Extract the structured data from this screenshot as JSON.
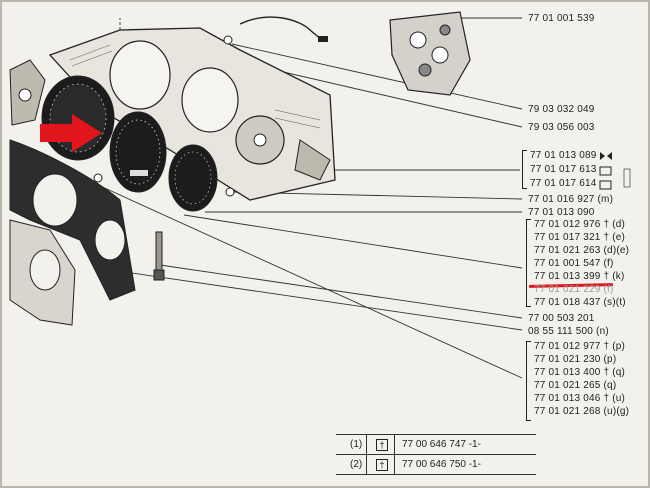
{
  "parts": [
    {
      "id": "p1",
      "text": "77 01 001 539"
    },
    {
      "id": "p2",
      "text": "79 03 032 049"
    },
    {
      "id": "p3",
      "text": "79 03 056 003"
    },
    {
      "id": "p4",
      "text": "77 01 013 089"
    },
    {
      "id": "p5",
      "text": "77 01 017 613"
    },
    {
      "id": "p6",
      "text": "77 01 017 614"
    },
    {
      "id": "p7",
      "text": "77 01 016 927 (m)"
    },
    {
      "id": "p8",
      "text": "77 01 013 090"
    },
    {
      "id": "p9",
      "text": "77 01 012 976 † (d)"
    },
    {
      "id": "p10",
      "text": "77 01 017 321 † (e)"
    },
    {
      "id": "p11",
      "text": "77 01 021 263 (d)(e)"
    },
    {
      "id": "p12",
      "text": "77 01 001 547 (f)"
    },
    {
      "id": "p13",
      "text": "77 01 013 399 † (k)"
    },
    {
      "id": "p14",
      "text": "77 01 021 229 (f)"
    },
    {
      "id": "p15",
      "text": "77 01 018 437 (s)(t)"
    },
    {
      "id": "p16",
      "text": "77 00 503 201"
    },
    {
      "id": "p17",
      "text": "08 55 111 500 (n)"
    },
    {
      "id": "p18",
      "text": "77 01 012 977 † (p)"
    },
    {
      "id": "p19",
      "text": "77 01 021 230 (p)"
    },
    {
      "id": "p20",
      "text": "77 01 013 400 † (q)"
    },
    {
      "id": "p21",
      "text": "77 01 021 265 (q)"
    },
    {
      "id": "p22",
      "text": "77 01 013 046 † (u)"
    },
    {
      "id": "p23",
      "text": "77 01 021 268 (u)(g)"
    }
  ],
  "footnotes": [
    {
      "num": "(1)",
      "icon": "†",
      "part": "77 00 646 747 -1-"
    },
    {
      "num": "(2)",
      "icon": "†",
      "part": "77 00 646 750 -1-"
    }
  ],
  "colors": {
    "arrow": "#e2141c",
    "underline": "#e2141c",
    "ink": "#222222",
    "paper": "#f3f1ec"
  },
  "highlight": {
    "part": "77 01 013 399 † (k)",
    "icon": "arrow-right-icon"
  }
}
